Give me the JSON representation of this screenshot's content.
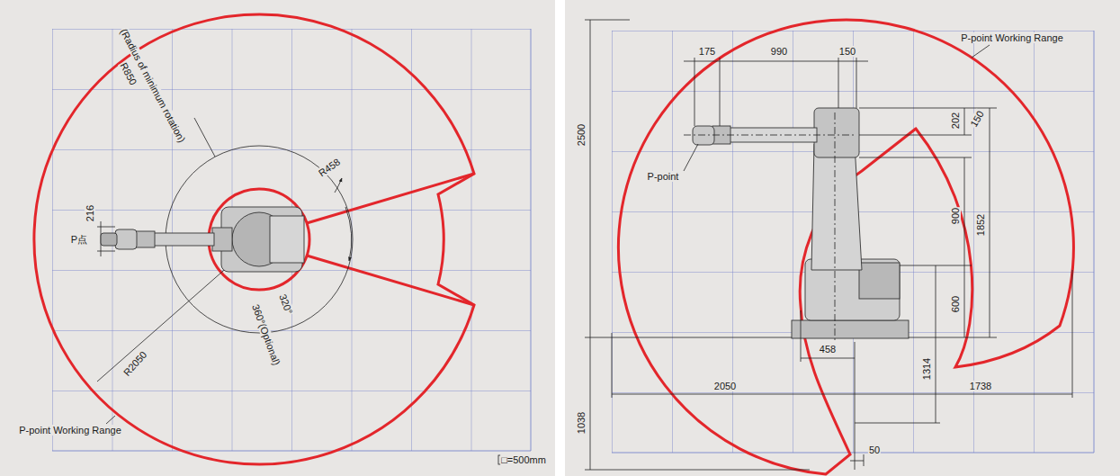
{
  "diagram": {
    "labels": [
      "R850",
      "(Radius of minimum rotation)",
      "R458",
      "216",
      "P点",
      "320°",
      "360°(Optional)",
      "R2050",
      "P-point Working Range",
      "□=500mm",
      "175",
      "990",
      "150",
      "P-point Working Range",
      "202",
      "150",
      "P-point",
      "2500",
      "900",
      "1852",
      "600",
      "1314",
      "458",
      "2050",
      "1738",
      "1038",
      "50"
    ]
  }
}
